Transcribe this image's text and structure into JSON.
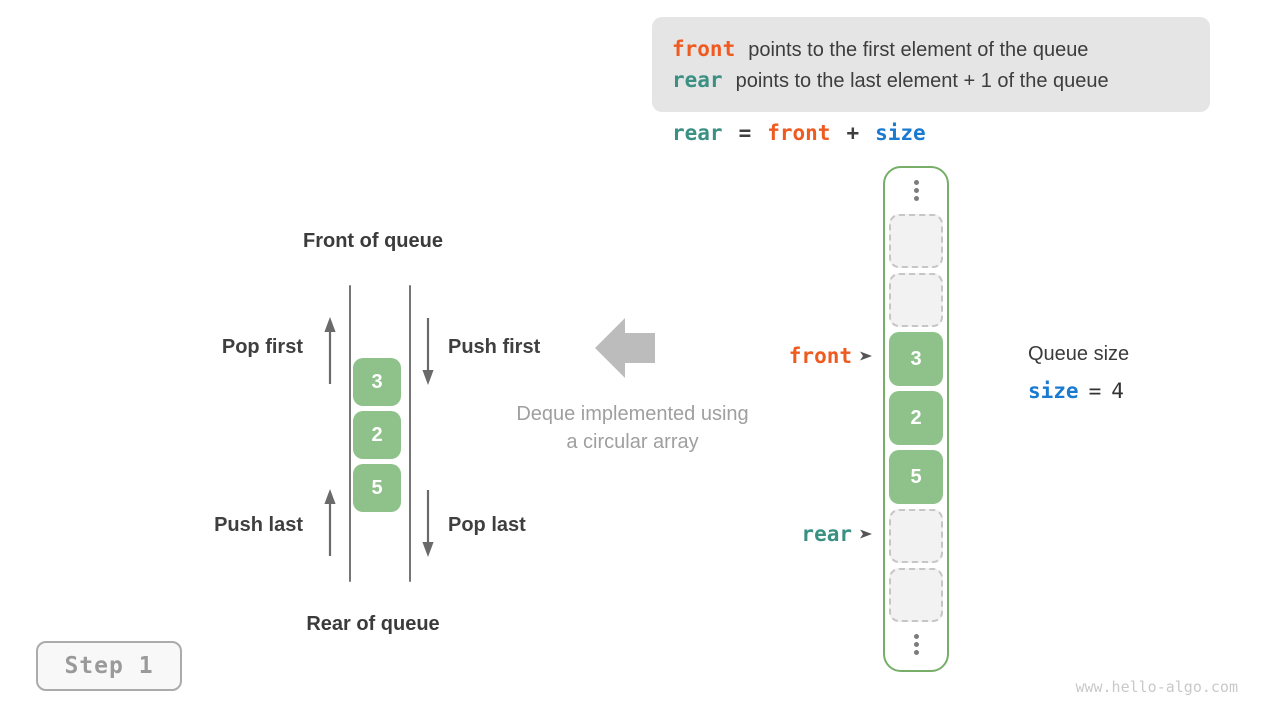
{
  "info_box": {
    "lines": [
      {
        "keyword": "front",
        "text": "points to the first element of the queue"
      },
      {
        "keyword": "rear",
        "text": "points to the last element + 1 of the queue"
      }
    ]
  },
  "formula": {
    "rear": "rear",
    "eq": "=",
    "front": "front",
    "plus": "+",
    "size": "size"
  },
  "deque_diagram": {
    "front_of_queue": "Front of queue",
    "rear_of_queue": "Rear of queue",
    "pop_first": "Pop first",
    "push_first": "Push first",
    "push_last": "Push last",
    "pop_last": "Pop last",
    "values": [
      "3",
      "2",
      "5"
    ]
  },
  "center_caption": {
    "line1": "Deque implemented using",
    "line2": "a circular array"
  },
  "array_panel": {
    "cells": [
      {
        "type": "ellipsis"
      },
      {
        "type": "empty"
      },
      {
        "type": "empty"
      },
      {
        "type": "value",
        "value": "3",
        "pointer": "front"
      },
      {
        "type": "value",
        "value": "2"
      },
      {
        "type": "value",
        "value": "5"
      },
      {
        "type": "empty",
        "pointer": "rear"
      },
      {
        "type": "empty"
      },
      {
        "type": "ellipsis"
      }
    ],
    "front_pointer": "front",
    "rear_pointer": "rear"
  },
  "queue_size": {
    "title": "Queue size",
    "variable": "size",
    "equals": "=",
    "value": "4"
  },
  "step_badge": {
    "label": "Step 1"
  },
  "watermark": "www.hello-algo.com",
  "colors": {
    "orange": "#ef5a20",
    "teal": "#3a9083",
    "blue": "#1a7ad0",
    "green_cell": "#8ec28a",
    "green_border": "#77ae68",
    "text_dark": "#3c3c3c",
    "text_gray": "#9f9f9f",
    "box_bg": "#e5e5e5"
  }
}
